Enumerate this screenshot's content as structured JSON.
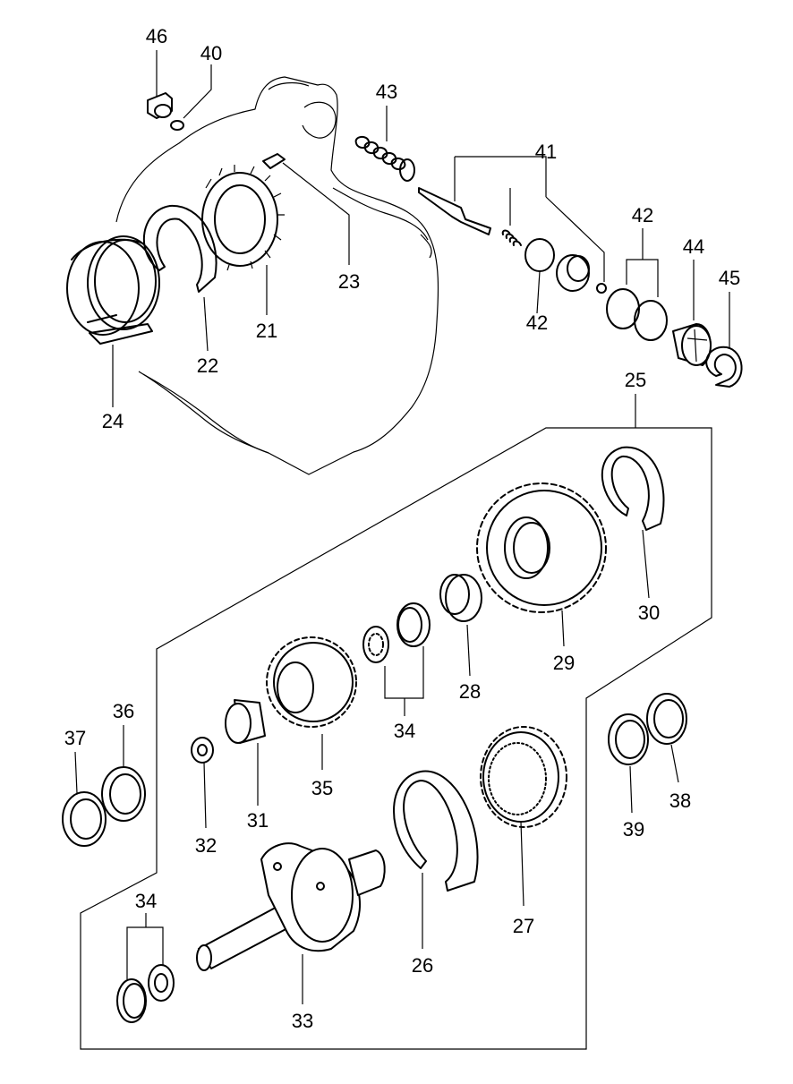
{
  "diagram": {
    "callouts": {
      "c21": "21",
      "c22": "22",
      "c23": "23",
      "c24": "24",
      "c25": "25",
      "c26": "26",
      "c27": "27",
      "c28": "28",
      "c29": "29",
      "c30": "30",
      "c31": "31",
      "c32": "32",
      "c33": "33",
      "c34a": "34",
      "c34b": "34",
      "c35": "35",
      "c36": "36",
      "c37": "37",
      "c38": "38",
      "c39": "39",
      "c40": "40",
      "c41": "41",
      "c42a": "42",
      "c42b": "42",
      "c43": "43",
      "c44": "44",
      "c45": "45",
      "c46": "46"
    }
  }
}
